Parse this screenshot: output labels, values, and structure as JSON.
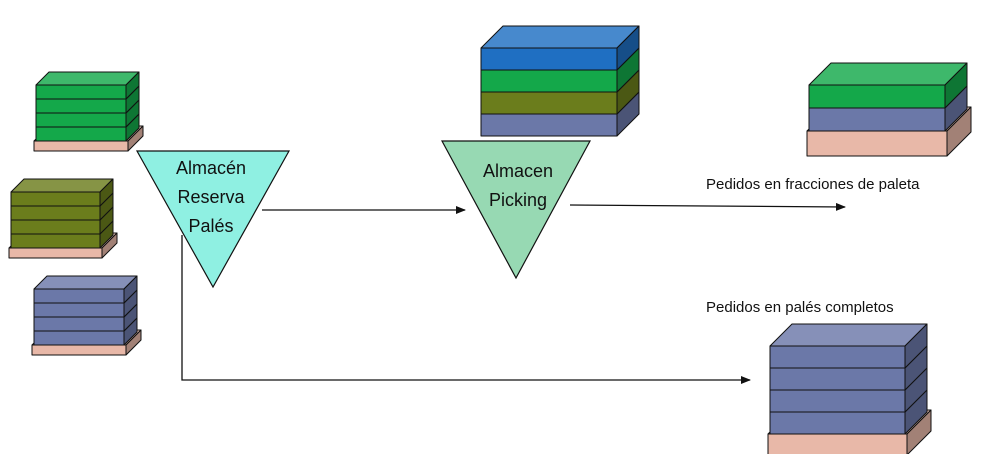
{
  "nodes": {
    "reserve": {
      "lines": [
        "Almacén",
        "Reserva",
        "Palés"
      ]
    },
    "picking": {
      "lines": [
        "Almacen",
        "Picking"
      ]
    }
  },
  "labels": {
    "fraction_orders": "Pedidos en fracciones de paleta",
    "full_orders": "Pedidos en palés completos"
  },
  "colors": {
    "green": "#14a84a",
    "olive": "#6b7d1c",
    "slate": "#6b78a8",
    "blue": "#1f6fc2",
    "pallet": "#e8b8a8",
    "reserve_fill": "#8ff0e2",
    "picking_fill": "#97d9b3",
    "stroke": "#111111"
  }
}
